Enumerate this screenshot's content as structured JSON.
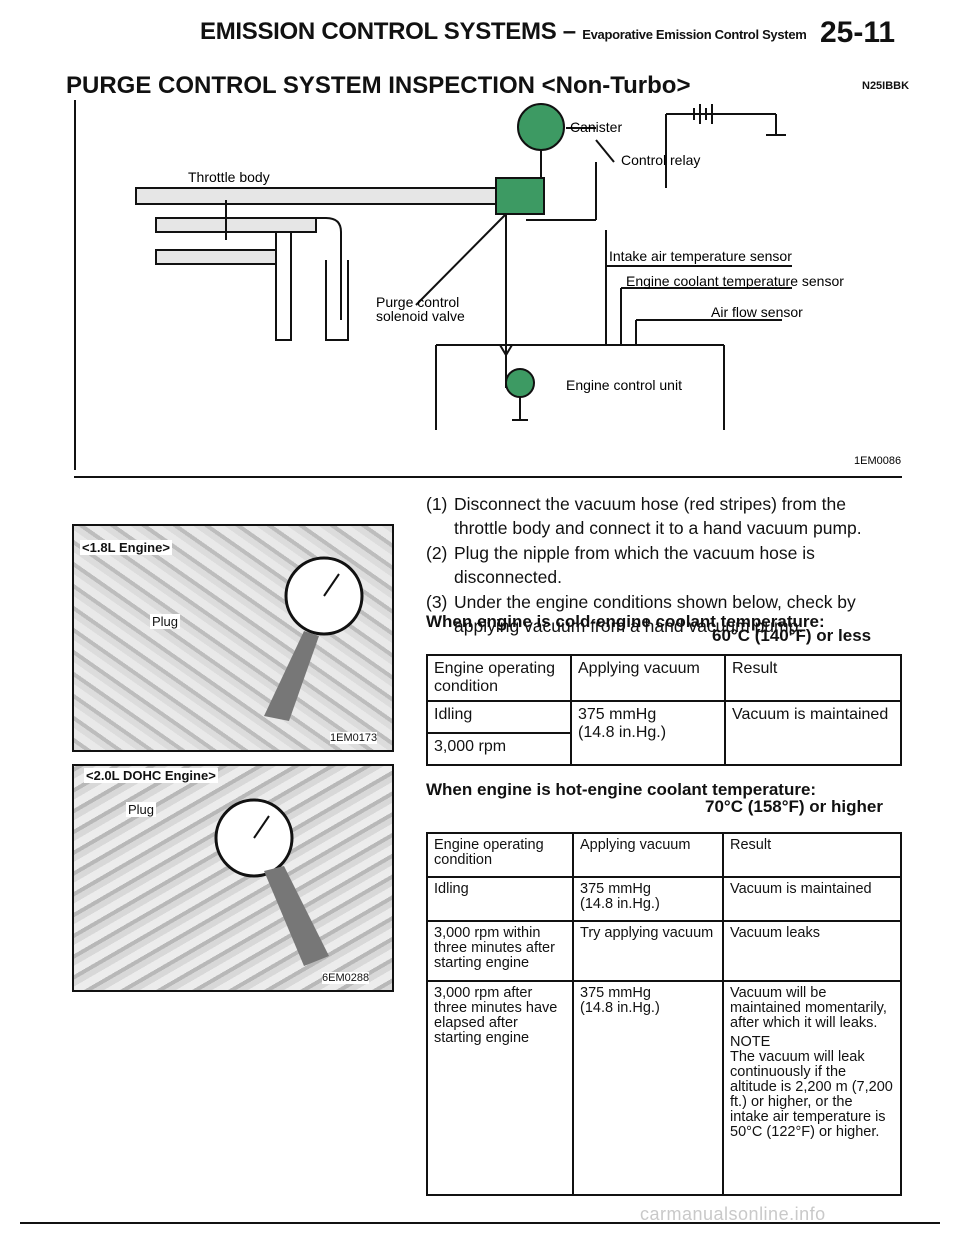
{
  "header": {
    "section": "EMISSION CONTROL SYSTEMS",
    "dash": "–",
    "subsection": "Evaporative Emission Control System",
    "page": "25-11"
  },
  "title": {
    "text": "PURGE CONTROL SYSTEM INSPECTION <Non-Turbo>",
    "code": "N25IBBK"
  },
  "diagram": {
    "labels": {
      "throttle_body": "Throttle body",
      "canister": "Canister",
      "control_relay": "Control relay",
      "purge_solenoid_1": "Purge control",
      "purge_solenoid_2": "solenoid valve",
      "intake_air_temp": "Intake air temperature sensor",
      "coolant_temp": "Engine coolant temperature sensor",
      "air_flow": "Air flow sensor",
      "ecu": "Engine control unit"
    },
    "figure_code": "1EM0086"
  },
  "photos": [
    {
      "label": "<1.8L Engine>",
      "plug": "Plug",
      "code": "1EM0173"
    },
    {
      "label": "<2.0L DOHC Engine>",
      "plug": "Plug",
      "code": "6EM0288"
    }
  ],
  "steps": [
    {
      "num": "(1)",
      "text": "Disconnect the vacuum hose (red stripes) from the throttle body and connect it to a hand vacuum pump."
    },
    {
      "num": "(2)",
      "text": "Plug the nipple from which the vacuum hose is disconnected."
    },
    {
      "num": "(3)",
      "text": "Under the engine conditions shown below, check by applying vacuum from a hand vacuum pump."
    }
  ],
  "cold": {
    "heading": "When engine is cold-engine coolant temperature:",
    "temp": "60°C (140°F) or less",
    "headers": [
      "Engine operating condition",
      "Applying vacuum",
      "Result"
    ],
    "rows": [
      {
        "condition": "Idling"
      },
      {
        "condition": "3,000 rpm"
      }
    ],
    "vacuum": "375 mmHg",
    "vacuum2": "(14.8 in.Hg.)",
    "result": "Vacuum is maintained"
  },
  "hot": {
    "heading": "When engine is hot-engine coolant temperature:",
    "temp": "70°C (158°F) or higher",
    "headers": [
      "Engine operating condition",
      "Applying vacuum",
      "Result"
    ],
    "rows": [
      {
        "condition": "Idling",
        "vacuum": "375 mmHg",
        "vacuum2": "(14.8 in.Hg.)",
        "result": "Vacuum is maintained"
      },
      {
        "condition": "3,000 rpm within three minutes after starting engine",
        "vacuum": "Try applying vacuum",
        "result": "Vacuum leaks"
      },
      {
        "condition": "3,000 rpm after three minutes have elapsed after starting engine",
        "vacuum": "375 mmHg",
        "vacuum2": "(14.8 in.Hg.)",
        "result": "Vacuum will be maintained momentarily, after which it will leaks.",
        "note_label": "NOTE",
        "note": "The vacuum will leak continuously if the altitude is 2,200 m (7,200 ft.) or higher, or the intake air temperature is 50°C (122°F) or higher."
      }
    ]
  },
  "watermark": "carmanualsonline.info"
}
